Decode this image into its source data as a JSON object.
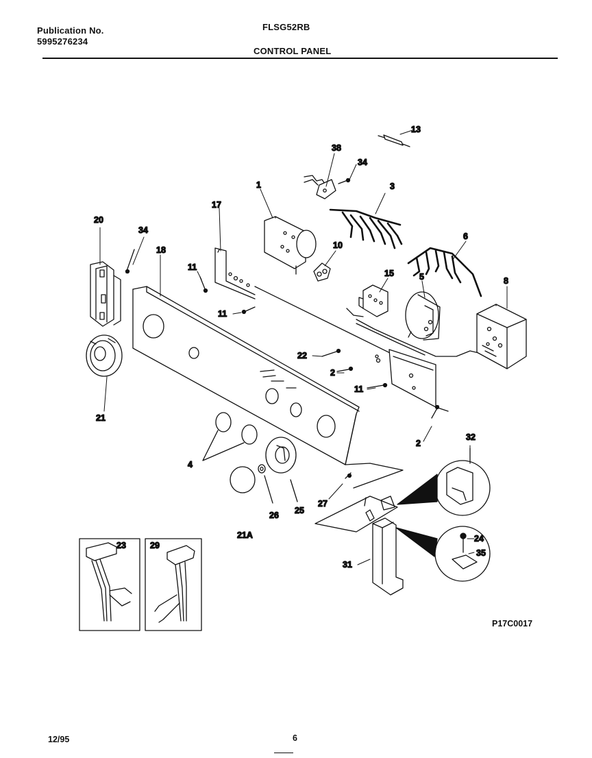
{
  "header": {
    "publication_label": "Publication No.",
    "publication_number": "5995276234",
    "model": "FLSG52RB",
    "section_title": "CONTROL PANEL"
  },
  "footer": {
    "date": "12/95",
    "page_number": "6",
    "drawing_code": "P17C0017"
  },
  "callouts": {
    "c13": "13",
    "c38": "38",
    "c34a": "34",
    "c3": "3",
    "c1": "1",
    "c17": "17",
    "c20": "20",
    "c34b": "34",
    "c18": "18",
    "c11a": "11",
    "c10": "10",
    "c6": "6",
    "c15": "15",
    "c5": "5",
    "c8": "8",
    "c11b": "11",
    "c22": "22",
    "c2a": "2",
    "c11c": "11",
    "c21": "21",
    "c2b": "2",
    "c32": "32",
    "c4": "4",
    "c27": "27",
    "c26": "26",
    "c25": "25",
    "c21a": "21A",
    "c23": "23",
    "c29": "29",
    "c24": "24",
    "c35": "35",
    "c31": "31"
  }
}
